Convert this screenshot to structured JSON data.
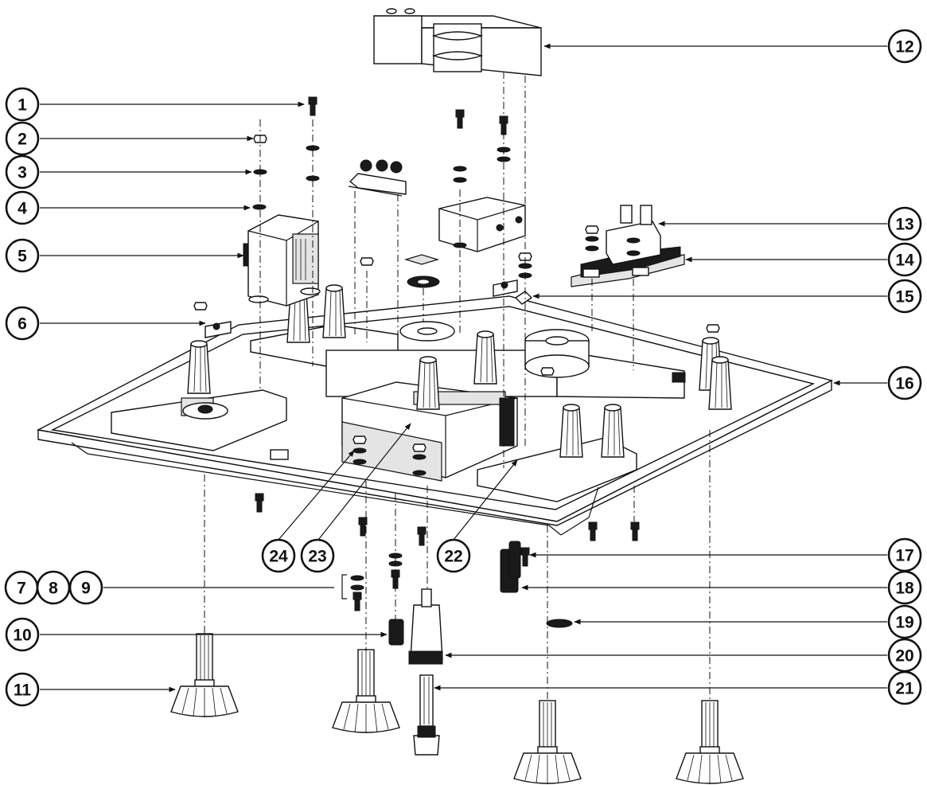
{
  "diagram": {
    "ink_color": "#111111",
    "paper_color": "#ffffff",
    "callouts": [
      "1",
      "2",
      "3",
      "4",
      "5",
      "6",
      "7",
      "8",
      "9",
      "10",
      "11",
      "12",
      "13",
      "14",
      "15",
      "16",
      "17",
      "18",
      "19",
      "20",
      "21",
      "22",
      "23",
      "24"
    ]
  }
}
